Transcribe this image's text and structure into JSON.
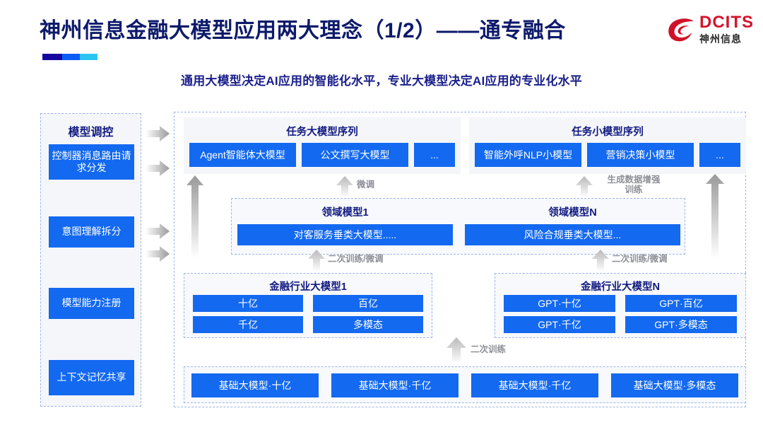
{
  "header": {
    "title": "神州信息金融大模型应用两大理念（1/2）——通专融合",
    "subtitle": "通用大模型决定AI应用的智能化水平，专业大模型决定AI应用的专业化水平",
    "logo_en": "DCITS",
    "logo_cn": "神州信息",
    "accent_colors": [
      "#1407a0",
      "#0b5cf5",
      "#2bc4f0"
    ],
    "title_color": "#0d1a6b",
    "subtitle_color": "#1a1f8a",
    "logo_color": "#d4132c"
  },
  "left_panel": {
    "title": "模型调控",
    "items": [
      {
        "label": "控制器消息路由请求分发"
      },
      {
        "label": "意图理解拆分"
      },
      {
        "label": "模型能力注册"
      },
      {
        "label": "上下文记忆共享"
      }
    ]
  },
  "flow_arrows": {
    "right_arrow_icon": "arrow-right-icon",
    "up_arrow_icon": "arrow-up-icon",
    "count_right": 4
  },
  "task_sequences": [
    {
      "title": "任务大模型序列",
      "items": [
        "Agent智能体大模型",
        "公文撰写大模型",
        "..."
      ]
    },
    {
      "title": "任务小模型序列",
      "items": [
        "智能外呼NLP小模型",
        "营销决策小模型",
        "..."
      ]
    }
  ],
  "domain_models": [
    {
      "title": "领域模型1",
      "item": "对客服务垂类大模型....."
    },
    {
      "title": "领域模型N",
      "item": "风险合规垂类大模型..."
    }
  ],
  "industry_models": [
    {
      "title": "金融行业大模型1",
      "items": [
        "十亿",
        "百亿",
        "千亿",
        "多模态"
      ]
    },
    {
      "title": "金融行业大模型N",
      "items": [
        "GPT·十亿",
        "GPT·百亿",
        "GPT·千亿",
        "GPT·多模态"
      ]
    }
  ],
  "base_models": {
    "items": [
      "基础大模型·十亿",
      "基础大模型·千亿",
      "基础大模型·千亿",
      "基础大模型·多模态"
    ]
  },
  "labels": {
    "finetune_left": "微调",
    "gen_data_aug": "生成数据增强\n训练",
    "retrain_finetune_left": "二次训练/微调",
    "retrain_finetune_right": "二次训练/微调",
    "retrain_base": "二次训练"
  },
  "colors": {
    "box_blue": "#1369f0",
    "panel_bg": "#f4f6fa",
    "dash_border": "#9fb4e8",
    "label_gray": "#8d8f96"
  }
}
